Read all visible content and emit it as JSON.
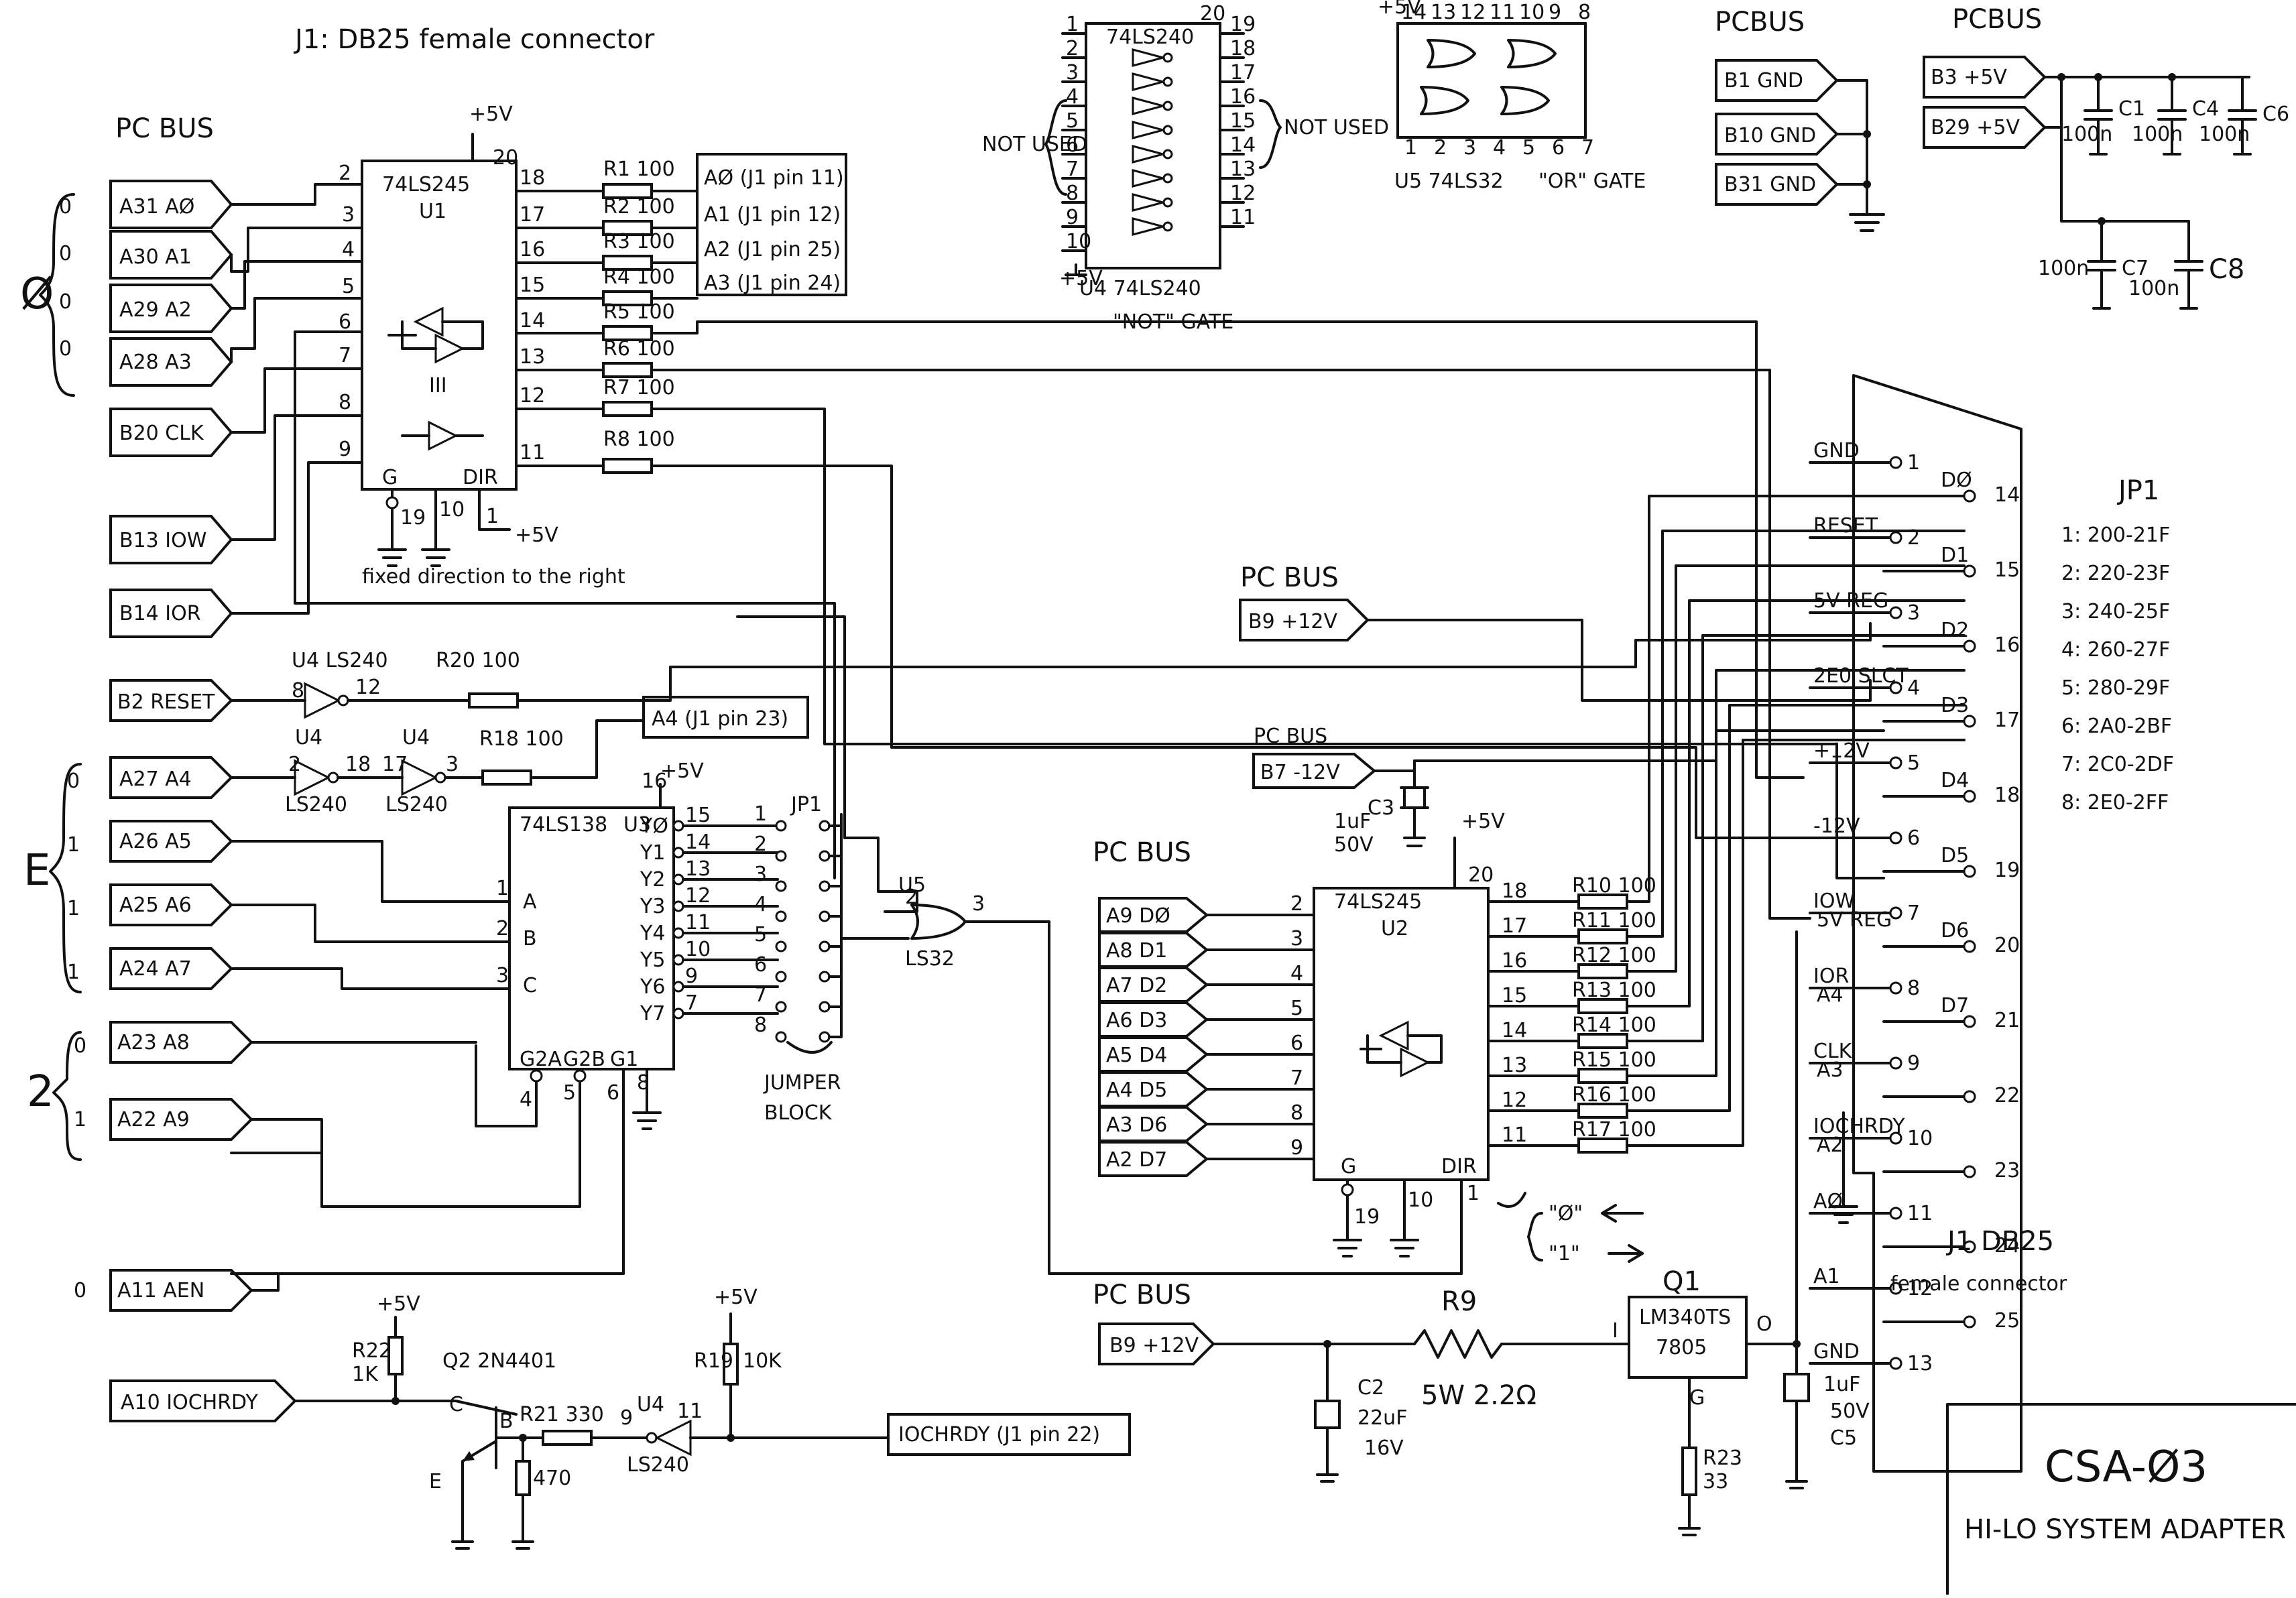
{
  "title": {
    "j1_top": "J1: DB25 female connector",
    "j1_side": "J1 DB25",
    "j1_side2": "female connector"
  },
  "bus_labels": {
    "pc_bus": "PC BUS",
    "pcbus": "PCBUS"
  },
  "supply": {
    "p5": "+5V",
    "p12": "+12V",
    "m12": "-12V"
  },
  "u1": {
    "part": "74LS245",
    "ref": "U1",
    "inputs": [
      {
        "pin": "2",
        "tag": "A31  AØ",
        "grp": "0"
      },
      {
        "pin": "3",
        "tag": "A30  A1",
        "grp": "0"
      },
      {
        "pin": "4",
        "tag": "A29  A2",
        "grp": "0"
      },
      {
        "pin": "5",
        "tag": "A28  A3",
        "grp": "0"
      }
    ],
    "ctrl_tags": [
      "B20  CLK",
      "B13  IOW",
      "B14  IOR"
    ],
    "ctrl_pins": [
      "6",
      "7",
      "8",
      "9"
    ],
    "out_pins": [
      "18",
      "17",
      "16",
      "15",
      "14",
      "13",
      "12",
      "11"
    ],
    "resistors": [
      "R1 100",
      "R2 100",
      "R3 100",
      "R4 100",
      "R5 100",
      "R6 100",
      "R7 100",
      "R8 100"
    ],
    "outputs": [
      "AØ (J1 pin 11)",
      "A1 (J1 pin 12)",
      "A2 (J1 pin 25)",
      "A3 (J1 pin 24)"
    ],
    "g_label": "G",
    "g_pin": "19",
    "gnd_pin": "10",
    "dir_label": "DIR",
    "dir_pin": "1",
    "vcc_pin": "20",
    "note": "fixed direction to the right",
    "phi": "Ø"
  },
  "u4": {
    "part": "74LS240",
    "ref": "U4 74LS240",
    "gate": "\"NOT\" GATE",
    "left_pins": [
      "1",
      "2",
      "3",
      "4",
      "5",
      "6",
      "7",
      "8",
      "9",
      "10"
    ],
    "right_pins": [
      "19",
      "18",
      "17",
      "16",
      "15",
      "14",
      "13",
      "12",
      "11"
    ],
    "vcc_pin": "20",
    "not_used": "NOT USED"
  },
  "u5": {
    "ref": "U5  74LS32",
    "gate": "\"OR\" GATE",
    "top_pins": [
      "14",
      "13",
      "12",
      "11",
      "10",
      "9",
      "8"
    ],
    "bottom_pins": [
      "1",
      "2",
      "3",
      "4",
      "5",
      "6",
      "7"
    ]
  },
  "gnd_bus": [
    "B1  GND",
    "B10  GND",
    "B31  GND"
  ],
  "vcc_bus": [
    "B3  +5V",
    "B29  +5V"
  ],
  "caps_top": [
    "C1",
    "C4",
    "C6",
    "C7",
    "C8"
  ],
  "cap_vals": [
    "100n",
    "100n",
    "100n",
    "100n",
    "100n"
  ],
  "reset_chain": {
    "tag": "B2  RESET",
    "u4": "U4 LS240",
    "pin_in": "8",
    "pin_out": "12",
    "res": "R20 100"
  },
  "a4_chain": {
    "tag": "A27  A4",
    "res": "R18 100",
    "out": "A4 (J1 pin 23)",
    "pins": [
      "2",
      "18",
      "17",
      "3"
    ],
    "u4a": "U4",
    "u4b": "U4",
    "ls": "LS240"
  },
  "u3": {
    "part": "74LS138",
    "ref": "U3",
    "inputs": [
      {
        "tag": "A26  A5",
        "grp": "1",
        "pin": "1",
        "name": "A"
      },
      {
        "tag": "A25  A6",
        "grp": "1",
        "pin": "2",
        "name": "B"
      },
      {
        "tag": "A24  A7",
        "grp": "1",
        "pin": "3",
        "name": "C"
      }
    ],
    "out_names": [
      "YØ",
      "Y1",
      "Y2",
      "Y3",
      "Y4",
      "Y5",
      "Y6",
      "Y7"
    ],
    "out_pins": [
      "15",
      "14",
      "13",
      "12",
      "11",
      "10",
      "9",
      "7"
    ],
    "bottom": [
      "G2A",
      "G2B",
      "G1"
    ],
    "bottom_pins": [
      "4",
      "5",
      "6",
      "8"
    ],
    "vcc_pin": "16",
    "vcc": "+5V",
    "e_group": "E",
    "e_first": "0"
  },
  "addr_high": [
    {
      "tag": "A23  A8",
      "grp": "0"
    },
    {
      "tag": "A22  A9",
      "grp": "1"
    }
  ],
  "two_group": "2",
  "aen": {
    "tag": "A11  AEN",
    "grp": "0"
  },
  "jp1": {
    "ref": "JP1",
    "label": "JUMPER",
    "label2": "BLOCK",
    "pins": [
      "1",
      "2",
      "3",
      "4",
      "5",
      "6",
      "7",
      "8"
    ],
    "list": [
      "1: 200-21F",
      "2: 220-23F",
      "3: 240-25F",
      "4: 260-27F",
      "5: 280-29F",
      "6: 2A0-2BF",
      "7: 2C0-2DF",
      "8: 2E0-2FF"
    ]
  },
  "u5_or": {
    "ref": "U5",
    "part": "LS32",
    "pins": [
      "1",
      "2",
      "3"
    ]
  },
  "u2": {
    "part": "74LS245",
    "ref": "U2",
    "inputs": [
      {
        "pin": "2",
        "tag": "A9  DØ"
      },
      {
        "pin": "3",
        "tag": "A8  D1"
      },
      {
        "pin": "4",
        "tag": "A7  D2"
      },
      {
        "pin": "5",
        "tag": "A6  D3"
      },
      {
        "pin": "6",
        "tag": "A5  D4"
      },
      {
        "pin": "7",
        "tag": "A4  D5"
      },
      {
        "pin": "8",
        "tag": "A3  D6"
      },
      {
        "pin": "9",
        "tag": "A2  D7"
      }
    ],
    "out_pins": [
      "18",
      "17",
      "16",
      "15",
      "14",
      "13",
      "12",
      "11"
    ],
    "resistors": [
      "R10 100",
      "R11 100",
      "R12 100",
      "R13 100",
      "R14 100",
      "R15 100",
      "R16 100",
      "R17 100"
    ],
    "vcc": "+5V",
    "vcc_pin": "20",
    "g_label": "G",
    "g_pin": "19",
    "gnd_pin": "10",
    "dir_label": "DIR",
    "dir_pin": "1",
    "dir_notes": [
      "\"Ø\"",
      "\"1\""
    ]
  },
  "c3": {
    "ref": "C3",
    "val": "1uF",
    "volt": "50V",
    "tag": "B7  -12V",
    "bus": "PC BUS"
  },
  "b9_upper": {
    "tag": "B9  +12V",
    "bus": "PC BUS"
  },
  "db25": {
    "left": [
      {
        "n": "1",
        "lab": "GND"
      },
      {
        "n": "2",
        "lab": "RESET"
      },
      {
        "n": "3",
        "lab": "5V REG"
      },
      {
        "n": "4",
        "lab": "2E0 SLCT"
      },
      {
        "n": "5",
        "lab": "+12V"
      },
      {
        "n": "6",
        "lab": "-12V"
      },
      {
        "n": "7",
        "lab": "IOW"
      },
      {
        "n": "8",
        "lab": "IOR"
      },
      {
        "n": "9",
        "lab": "CLK"
      },
      {
        "n": "10",
        "lab": "IOCHRDY"
      },
      {
        "n": "11",
        "lab": "AØ"
      },
      {
        "n": "12",
        "lab": "A1"
      },
      {
        "n": "13",
        "lab": "GND"
      }
    ],
    "left_extra": [
      "5V REG",
      "A4",
      "A3",
      "A2"
    ],
    "right": [
      {
        "n": "14",
        "lab": "DØ"
      },
      {
        "n": "15",
        "lab": "D1"
      },
      {
        "n": "16",
        "lab": "D2"
      },
      {
        "n": "17",
        "lab": "D3"
      },
      {
        "n": "18",
        "lab": "D4"
      },
      {
        "n": "19",
        "lab": "D5"
      },
      {
        "n": "20",
        "lab": "D6"
      },
      {
        "n": "21",
        "lab": "D7"
      },
      {
        "n": "22",
        "lab": ""
      },
      {
        "n": "23",
        "lab": ""
      },
      {
        "n": "24",
        "lab": ""
      },
      {
        "n": "25",
        "lab": ""
      }
    ]
  },
  "iochrdy": {
    "tag": "A10  IOCHRDY",
    "q": "Q2 2N4401",
    "r22": "R22",
    "r22v": "1K",
    "p5": "+5V",
    "r21": "R21 330",
    "r470": "470",
    "r19": "R19",
    "r19v": "10K",
    "u4": "U4",
    "ls": "LS240",
    "pins": [
      "9",
      "11"
    ],
    "out": "IOCHRDY (J1 pin 22)",
    "c": "C",
    "b": "B",
    "e": "E"
  },
  "regulator": {
    "bus": "PC BUS",
    "tag": "B9  +12V",
    "r9": "R9",
    "r9v": "5W 2.2Ω",
    "q1": "Q1",
    "part": "LM340TS",
    "part2": "7805",
    "i": "I",
    "o": "O",
    "g": "G",
    "c2": "C2",
    "c2v": "22uF",
    "c2volt": "16V",
    "r23": "R23",
    "r23v": "33",
    "c5v": "1uF",
    "c5volt": "50V",
    "c5": "C5"
  },
  "titleblock": {
    "code": "CSA-Ø3",
    "name": "HI-LO SYSTEM ADAPTER"
  }
}
